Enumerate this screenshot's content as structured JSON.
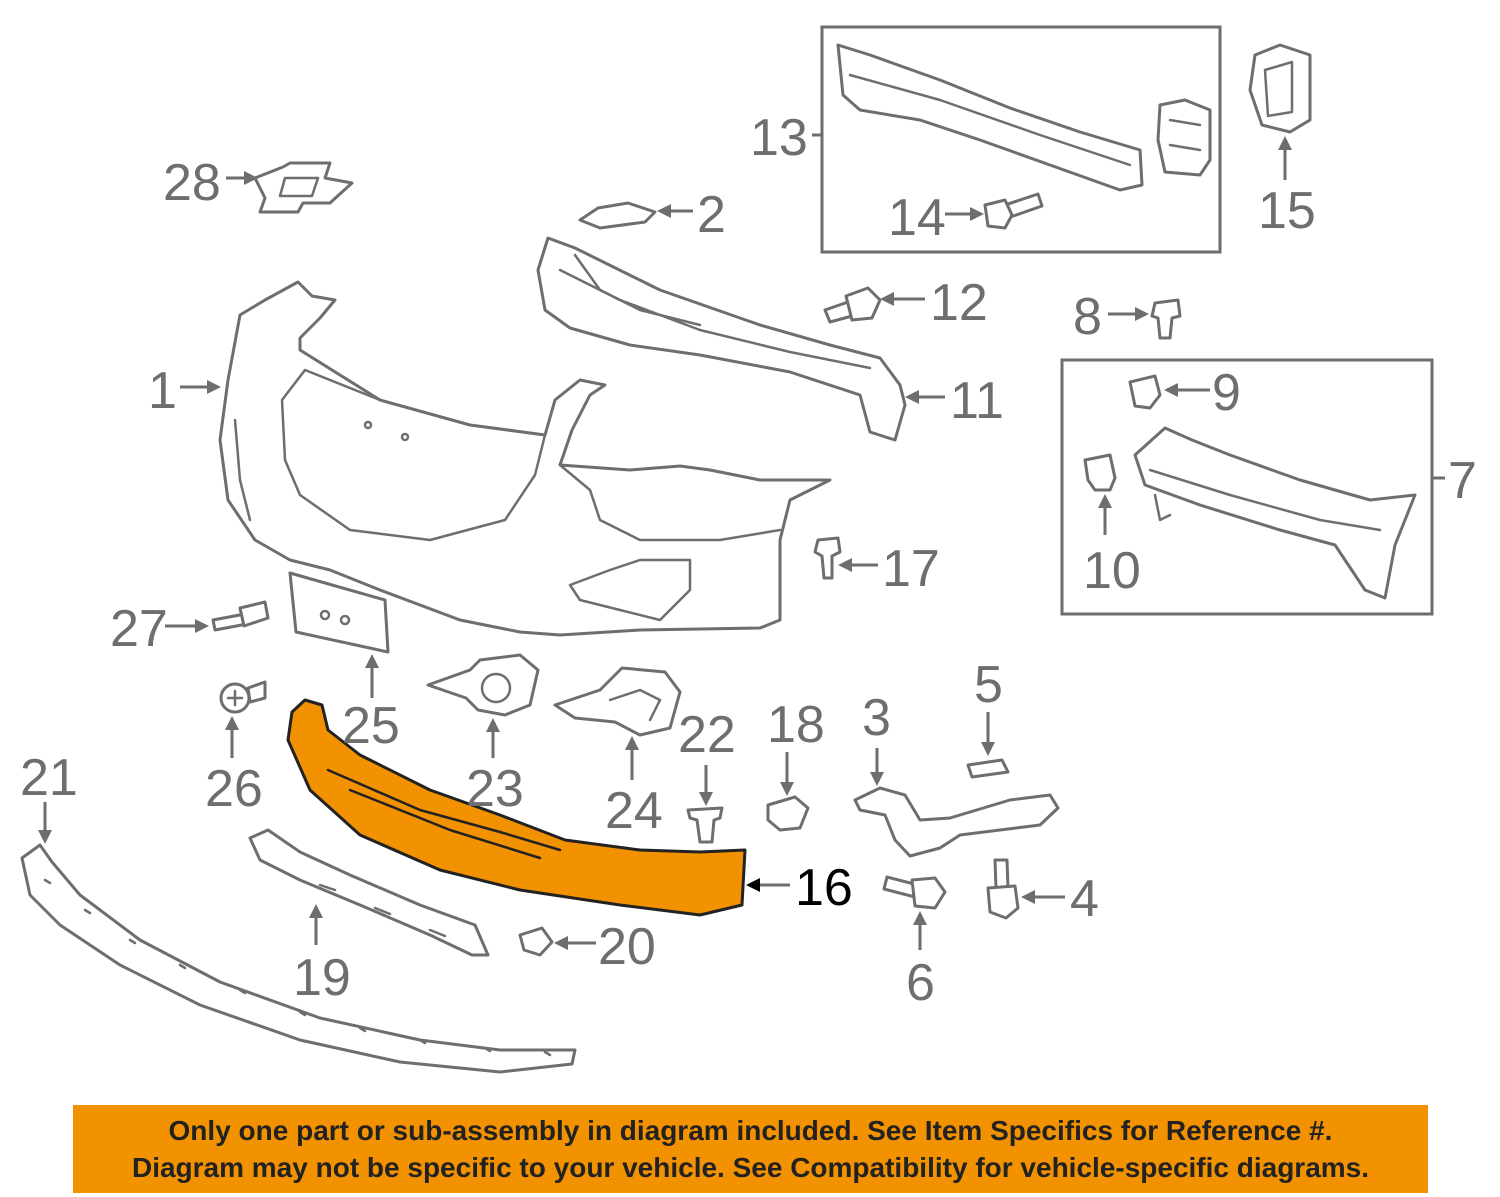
{
  "colors": {
    "line": "#6e6e6e",
    "highlight_fill": "#f39200",
    "banner_bg": "#f39200",
    "banner_text": "#222222"
  },
  "callouts": {
    "c1": "1",
    "c2": "2",
    "c3": "3",
    "c4": "4",
    "c5": "5",
    "c6": "6",
    "c7": "7",
    "c8": "8",
    "c9": "9",
    "c10": "10",
    "c11": "11",
    "c12": "12",
    "c13": "13",
    "c14": "14",
    "c15": "15",
    "c16": "16",
    "c17": "17",
    "c18": "18",
    "c19": "19",
    "c20": "20",
    "c21": "21",
    "c22": "22",
    "c23": "23",
    "c24": "24",
    "c25": "25",
    "c26": "26",
    "c27": "27",
    "c28": "28"
  },
  "highlighted_part": "16",
  "notice": {
    "line1": "Only one part or sub-assembly in diagram included. See Item Specifics for Reference #.",
    "line2": "Diagram may not be specific to your vehicle. See Compatibility for vehicle-specific diagrams."
  }
}
